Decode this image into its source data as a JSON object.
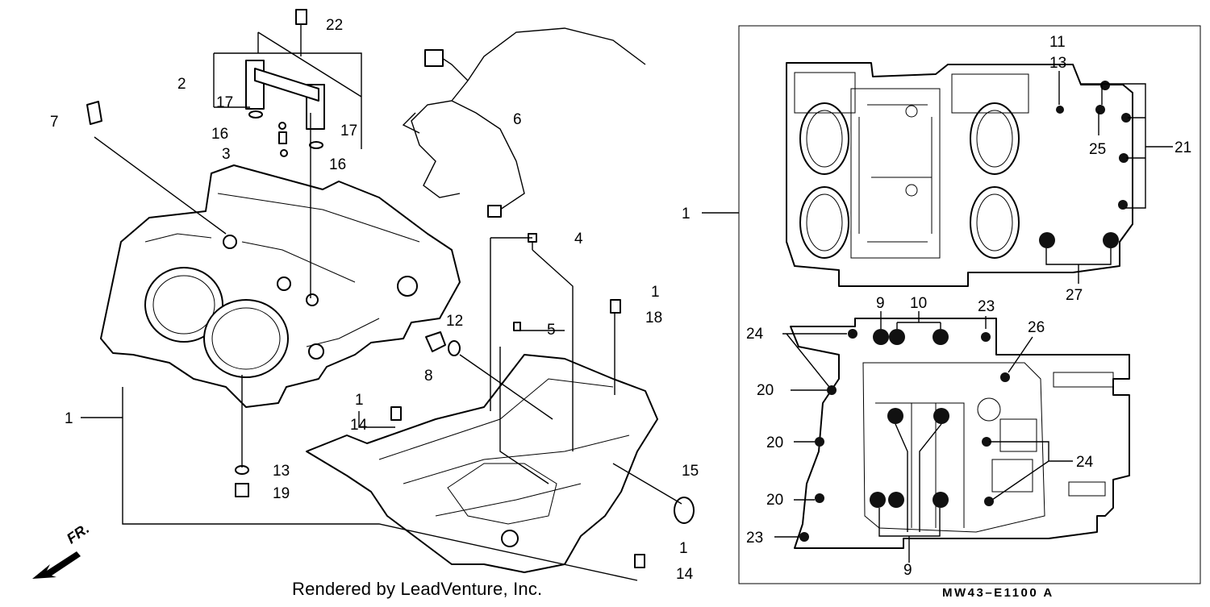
{
  "footer": {
    "credit": "Rendered by LeadVenture, Inc.",
    "diagram_code": "MW43–E1100 A"
  },
  "direction_indicator": {
    "label": "FR.",
    "icon": "front-direction-arrow-icon"
  },
  "callouts": {
    "c1_upper_case_inset": "1",
    "c1_crankcase": "1",
    "c1_dowel_18": "1",
    "c1_dowel_14_upper": "1",
    "c1_dowel_14_lower": "1",
    "c2": "2",
    "c3": "3",
    "c4": "4",
    "c5": "5",
    "c6": "6",
    "c7": "7",
    "c8": "8",
    "c9_top": "9",
    "c9_bottom": "9",
    "c10": "10",
    "c11": "11",
    "c12": "12",
    "c13_inset": "13",
    "c13_bolt": "13",
    "c14_upper": "14",
    "c14_lower": "14",
    "c15": "15",
    "c16_upper": "16",
    "c16_lower": "16",
    "c17_left": "17",
    "c17_right": "17",
    "c18": "18",
    "c19": "19",
    "c20_a": "20",
    "c20_b": "20",
    "c20_c": "20",
    "c21": "21",
    "c22": "22",
    "c23_top": "23",
    "c23_bottom": "23",
    "c24_left": "24",
    "c24_right": "24",
    "c25": "25",
    "c26": "26",
    "c27": "27"
  },
  "colors": {
    "ink": "#000000",
    "paper": "#ffffff"
  }
}
